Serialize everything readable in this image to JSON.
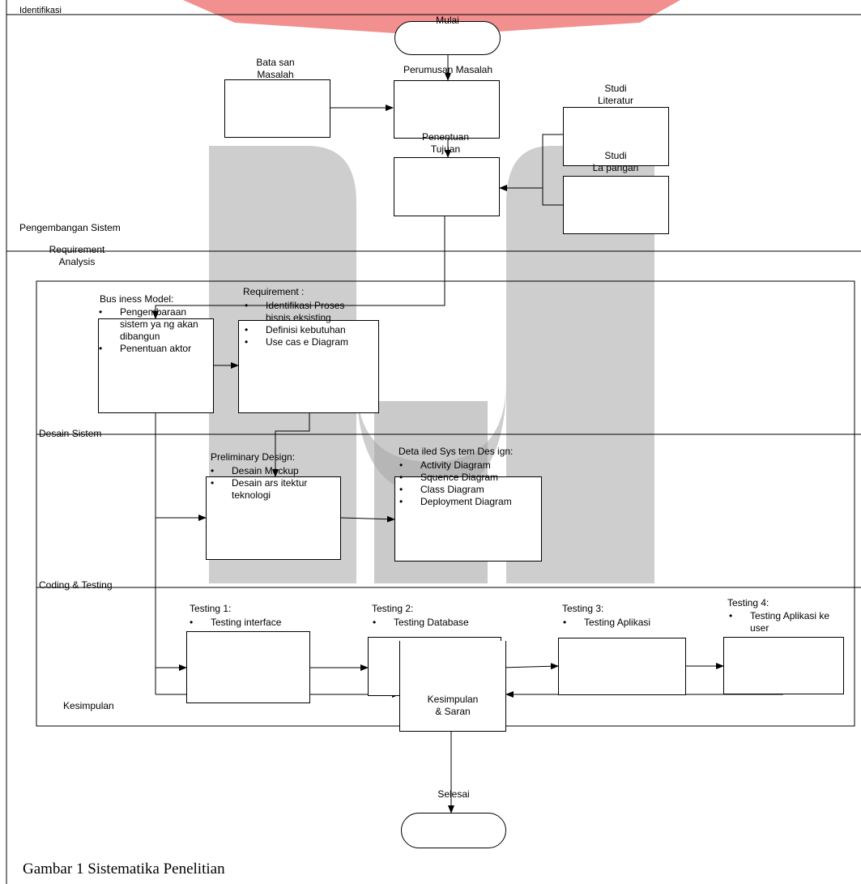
{
  "phases": {
    "identifikasi": "Identifikasi",
    "pengembangan": "Pengembangan Sistem",
    "requirement_analysis": "Requirement\nAnalysis",
    "desain_sistem": "Desain Sistem",
    "coding_testing": "Coding & Testing",
    "kesimpulan": "Kesimpulan"
  },
  "nodes": {
    "mulai": "Mulai",
    "batasan": "Bata san\nMasalah",
    "perumusan": "Perumusan Masalah",
    "studi_literatur": "Studi\nLiteratur",
    "penentuan_tujuan": "Penentuan\nTujuan",
    "studi_lapangan": "Studi\nLa pangan",
    "business_model": {
      "title": "Bus iness Model:",
      "items": [
        "Pengembaraan sistem ya ng akan dibangun",
        "Penentuan aktor"
      ]
    },
    "requirement": {
      "title": "Requirement :",
      "items": [
        "Identifikasi Proses bisnis eksisting",
        "Definisi kebutuhan",
        "Use cas e Diagram"
      ]
    },
    "preliminary": {
      "title": "Preliminary Design:",
      "items": [
        "Desain Mockup",
        "Desain ars itektur teknologi"
      ]
    },
    "detailed": {
      "title": "Deta iled Sys tem Des ign:",
      "items": [
        "Activity Diagram",
        "Squence Diagram",
        "Class  Diagram",
        "Deployment Diagram"
      ]
    },
    "testing1": {
      "title": "Testing 1:",
      "items": [
        "Testing interface"
      ]
    },
    "testing2": {
      "title": "Testing 2:",
      "items": [
        "Testing Database"
      ]
    },
    "testing3": {
      "title": "Testing 3:",
      "items": [
        "Testing Aplikasi"
      ]
    },
    "testing4": {
      "title": "Testing 4:",
      "items": [
        "Testing Aplikasi ke user"
      ]
    },
    "kesimpulan_saran": "Kesimpulan\n& Saran",
    "selesai": "Selesai"
  },
  "caption": "Gambar 1 Sistematika Penelitian",
  "colors": {
    "watermark_red": "#f07b7b",
    "watermark_gray": "#bcbcbc",
    "watermark_gray_dark": "#a9a9a9",
    "line": "#000000"
  }
}
